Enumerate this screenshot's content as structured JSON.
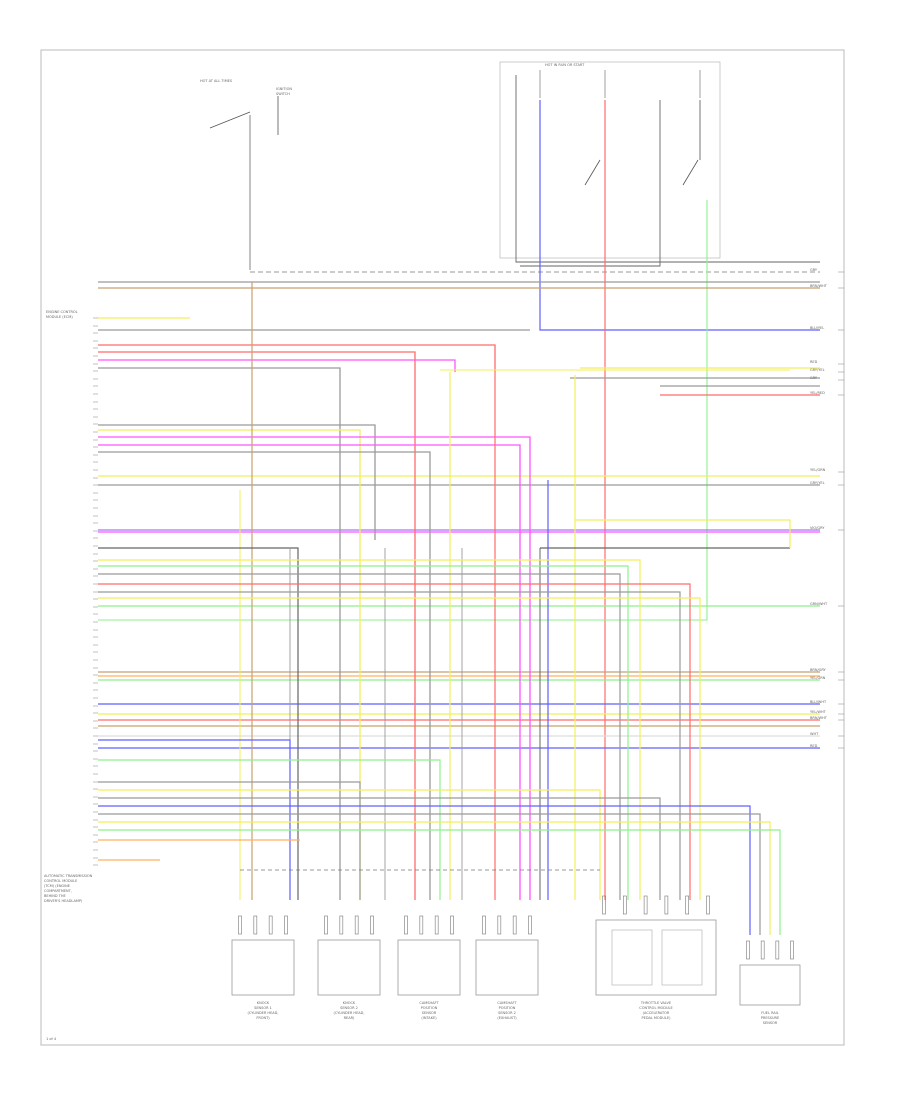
{
  "diagram": {
    "left_block_label": [
      "ENGINE CONTROL",
      "MODULE (ECM)"
    ],
    "bottom_left_label": [
      "AUTOMATIC TRANSMISSION",
      "CONTROL MODULE",
      "(TCM) (ENGINE",
      "COMPARTMENT,",
      "BEHIND THE",
      "DRIVER'S HEADLAMP)"
    ],
    "footer_code": "1 of 4",
    "top_left_switch": [
      "HOT AT ALL TIMES",
      "IGNITION",
      "SWITCH"
    ],
    "top_right_header": "HOT IN RUN OR START",
    "right_labels": [
      {
        "text": "GRY"
      },
      {
        "text": "BRN/WHT"
      },
      {
        "text": "BLU/YEL"
      },
      {
        "text": "RED"
      },
      {
        "text": "GRY/YEL"
      },
      {
        "text": "GRY"
      },
      {
        "text": "YEL/RED"
      },
      {
        "text": "YEL/GRN"
      },
      {
        "text": "GRY/YEL"
      },
      {
        "text": "VIO/GRY"
      },
      {
        "text": "GRN/WHT"
      },
      {
        "text": "BRN/GRY"
      },
      {
        "text": "YEL/GRN"
      },
      {
        "text": "BLU/WHT"
      },
      {
        "text": "YEL/WHT"
      },
      {
        "text": "BRN/WHT"
      },
      {
        "text": "WHT"
      },
      {
        "text": "RED"
      }
    ],
    "bottom_components": [
      {
        "name": [
          "KNOCK",
          "SENSOR 1",
          "(CYLINDER HEAD,",
          "FRONT)"
        ]
      },
      {
        "name": [
          "KNOCK",
          "SENSOR 2",
          "(CYLINDER HEAD,",
          "REAR)"
        ]
      },
      {
        "name": [
          "CAMSHAFT",
          "POSITION",
          "SENSOR",
          "(INTAKE)"
        ]
      },
      {
        "name": [
          "CAMSHAFT",
          "POSITION",
          "SENSOR 2",
          "(EXHAUST)"
        ]
      },
      {
        "name": [
          "THROTTLE VALVE",
          "CONTROL MODULE",
          "(ACCELERATOR",
          "PEDAL MODULE)"
        ]
      },
      {
        "name": [
          "FUEL RAIL",
          "PRESSURE",
          "SENSOR"
        ]
      }
    ]
  }
}
